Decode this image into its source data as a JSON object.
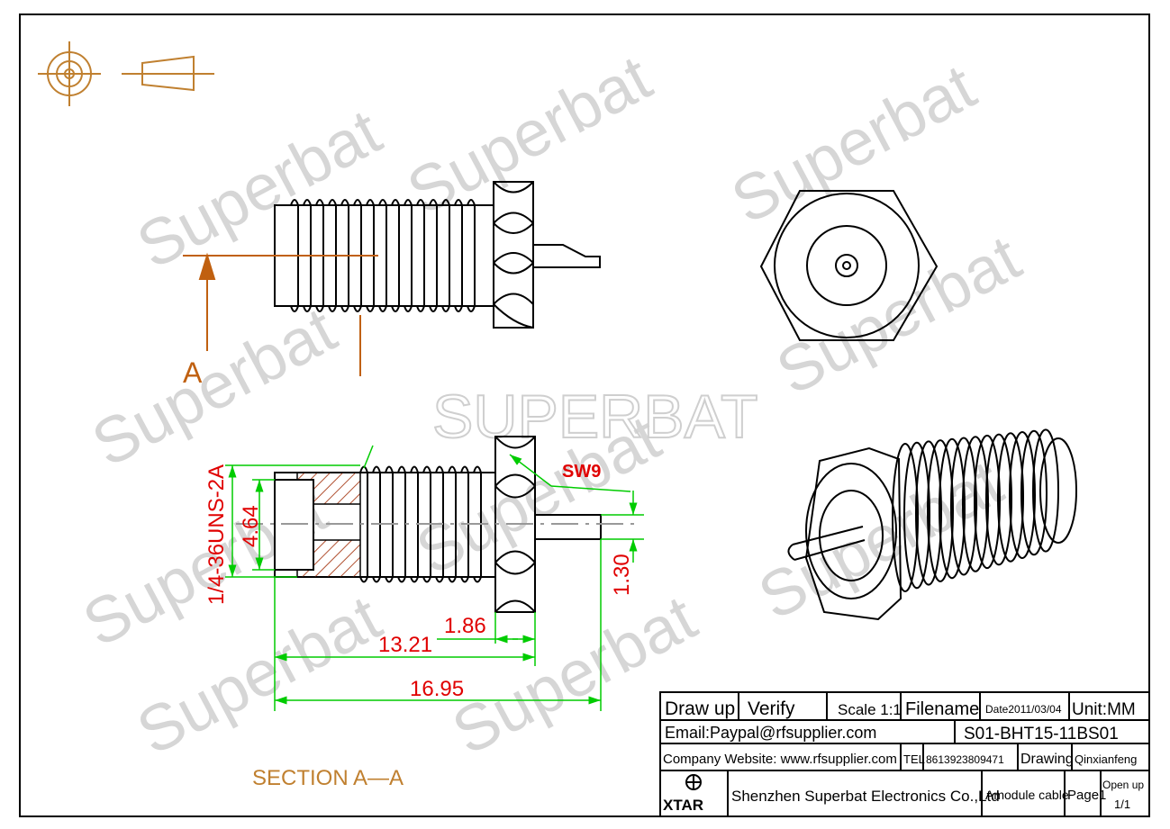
{
  "watermark": {
    "repeat_text": "Superbat",
    "brand_text": "SUPERBAT"
  },
  "section_marker": {
    "letter": "A"
  },
  "section_caption": "SECTION A—A",
  "dimensions": {
    "thread": "1/4-36UNS-2A",
    "inner_dia": "4.64",
    "pin_dia": "1.30",
    "flange": "1.86",
    "body_len": "13.21",
    "total_len": "16.95",
    "wrench": "SW9"
  },
  "title_block": {
    "draw_up": "Draw up",
    "verify": "Verify",
    "scale": "Scale 1:1",
    "filename_label": "Filename",
    "date": "Date2011/03/04",
    "unit": "Unit:MM",
    "email": "Email:Paypal@rfsupplier.com",
    "part_no": "S01-BHT15-11BS01",
    "website": "Company Website:  www.rfsupplier.com",
    "tel_label": "TEL",
    "tel": "8613923809471",
    "drawing_label": "Drawing",
    "drawer": "Qinxianfeng",
    "company": "Shenzhen Superbat Electronics Co.,Ltd",
    "product": "Amodule cable",
    "page": "Page1",
    "open_up": "Open up",
    "sheet": "1/1",
    "logo_text": "XTAR"
  },
  "colors": {
    "outline": "#000000",
    "projection_symbol": "#c08030",
    "section_marker": "#c06010",
    "dimension_line": "#00cc00",
    "dimension_text": "#e00000",
    "hatch": "#b05030",
    "watermark": "#d6d6d6"
  }
}
